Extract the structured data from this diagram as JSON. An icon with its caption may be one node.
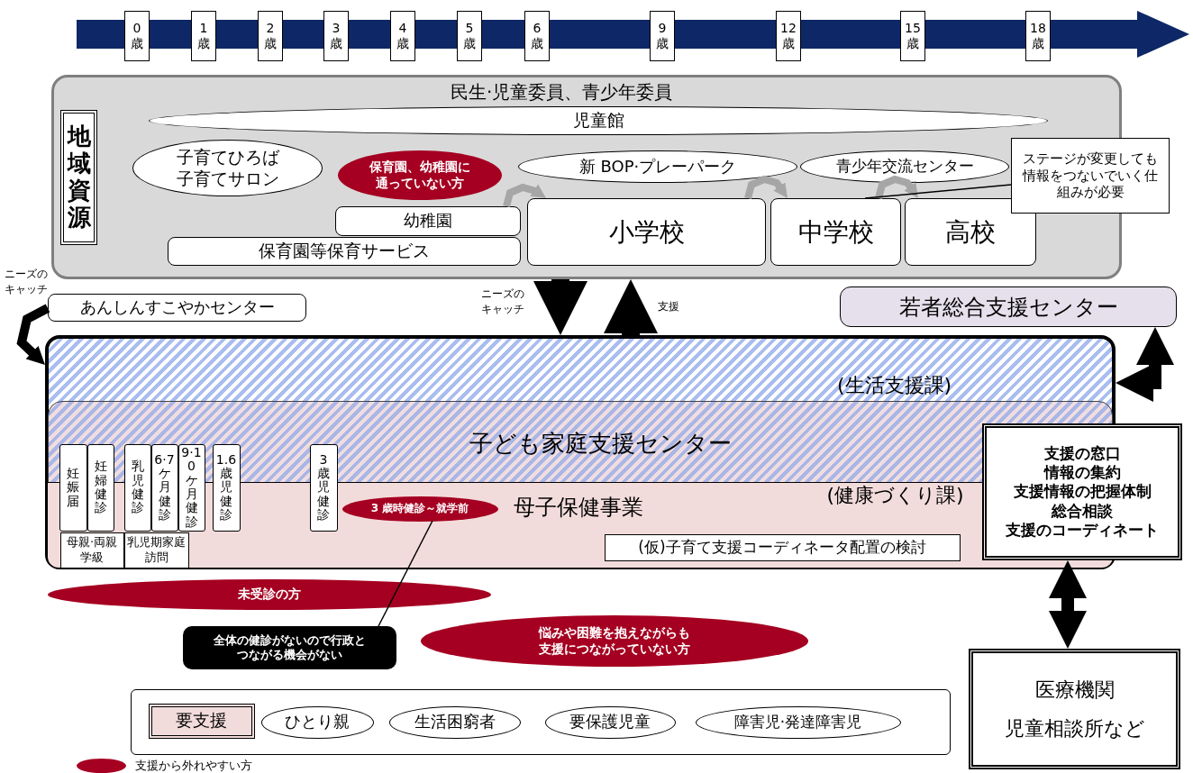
{
  "diagram": {
    "nodes": [
      {
        "text": [
          "民生·児童委員、青少年委員"
        ]
      },
      {
        "text": [
          "地域資源"
        ],
        "in": 0
      },
      {
        "text": [
          "児童館"
        ],
        "in": 0
      },
      {
        "text": [
          "子育てひろば",
          "子育てサロン"
        ],
        "in": 0
      },
      {
        "text": [
          "保育園、幼稚園に通っていない方"
        ],
        "in": 0
      },
      {
        "text": [
          "新 BOP·プレーパーク"
        ],
        "in": 0
      },
      {
        "text": [
          "青少年交流センター"
        ],
        "in": 0
      },
      {
        "text": [
          "ステージが変更しても情報をつないでいく仕組みが必要"
        ]
      },
      {
        "text": [
          "幼稚園"
        ],
        "in": 0
      },
      {
        "text": [
          "保育園等保育サービス"
        ],
        "in": 0
      },
      {
        "text": [
          "小学校"
        ],
        "in": 0
      },
      {
        "text": [
          "中学校"
        ],
        "in": 0
      },
      {
        "text": [
          "高校"
        ],
        "in": 0
      },
      {
        "text": [
          "あんしんすこやかセンター"
        ]
      },
      {
        "text": [
          "若者総合支援センター"
        ]
      },
      {
        "text": [
          "(生活支援課)"
        ]
      },
      {
        "text": [
          "子ども家庭支援センター"
        ],
        "in": 15
      },
      {
        "text": [
          "母子保健事業",
          "(健康づくり課)"
        ],
        "in": 16
      },
      {
        "text": [
          "妊娠届"
        ],
        "in": 16
      },
      {
        "text": [
          "妊婦健診"
        ],
        "in": 16
      },
      {
        "text": [
          "乳児健診"
        ],
        "in": 16
      },
      {
        "text": [
          "6·7",
          "ケ月健診"
        ],
        "in": 16
      },
      {
        "text": [
          "9·10",
          "ケ月健診"
        ],
        "in": 16
      },
      {
        "text": [
          "1.6",
          "歳児健診"
        ],
        "in": 16
      },
      {
        "text": [
          "3",
          "歳児健診"
        ],
        "in": 16
      },
      {
        "text": [
          "母親·両親学級"
        ],
        "in": 17
      },
      {
        "text": [
          "乳児期家庭訪問"
        ],
        "in": 17
      },
      {
        "text": [
          "3 歳時健診～就学前"
        ],
        "in": 17
      },
      {
        "text": [
          "(仮)子育て支援コーディネータ配置の検討"
        ],
        "in": 17
      },
      {
        "text": [
          "支援の窓口",
          "情報の集約",
          "支援情報の把握体制",
          "総合相談",
          "支援のコーディネート"
        ]
      },
      {
        "text": [
          "未受診の方"
        ]
      },
      {
        "text": [
          "全体の健診がないので行政とつながる機会がない"
        ]
      },
      {
        "text": [
          "悩みや困難を抱えながらも支援につながっていない方"
        ]
      },
      {
        "text": [],
        "shape": "box"
      },
      {
        "text": [
          "要支援"
        ],
        "in": 33
      },
      {
        "text": [
          "ひとり親"
        ],
        "in": 33
      },
      {
        "text": [
          "生活困窮者"
        ],
        "in": 33
      },
      {
        "text": [
          "要保護児童"
        ],
        "in": 33
      },
      {
        "text": [
          "障害児·発達障害児"
        ],
        "in": 33
      },
      {
        "text": [
          "医療機関",
          "児童相談所など"
        ]
      }
    ],
    "edges": [
      {
        "from": 0,
        "to": 15,
        "arrow": "to",
        "label": "ニーズのキャッチ",
        "style": "thick"
      },
      {
        "from": 15,
        "to": 0,
        "arrow": "to",
        "label": "支援",
        "style": "thick"
      },
      {
        "from": 8,
        "to": 10,
        "arrow": "to",
        "color": "#a6a6a6"
      },
      {
        "from": 10,
        "to": 11,
        "arrow": "to",
        "color": "#a6a6a6"
      },
      {
        "from": 11,
        "to": 12,
        "arrow": "to",
        "color": "#a6a6a6"
      },
      {
        "from": 13,
        "to": 15,
        "arrow": "to",
        "label": "ニーズのキャッチ"
      },
      {
        "from": 15,
        "to": 14,
        "arrow": "both"
      },
      {
        "from": 29,
        "to": 39,
        "arrow": "both"
      },
      {
        "from": 31,
        "to": 27,
        "arrow": "none"
      },
      {
        "from": 7,
        "to": 11,
        "arrow": "none"
      }
    ],
    "labels": [
      "0歳",
      "1歳",
      "2歳",
      "3歳",
      "4歳",
      "5歳",
      "6歳",
      "9歳",
      "12歳",
      "15歳",
      "18歳"
    ],
    "legend": [
      {
        "text": "支援から外れやすい方",
        "color": "#a50021"
      }
    ]
  }
}
